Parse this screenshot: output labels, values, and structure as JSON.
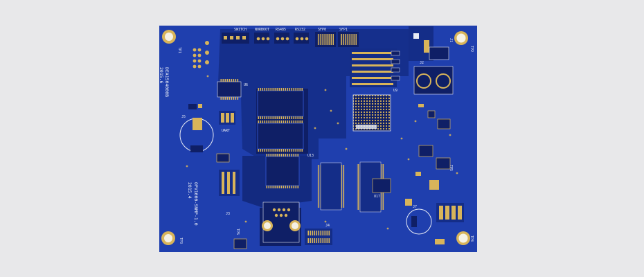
{
  "image": {
    "subject": "blue-pcb-board",
    "colors": {
      "background": "#e8e8ea",
      "board": "#1f3fae",
      "board_dark": "#0f1f66",
      "copper_gold": "#d8b45a",
      "silkscreen": "#e9ecf5"
    }
  },
  "silkscreen": {
    "switch": "SWITCH",
    "norboot": "NORBOOT",
    "rs485": "RS485",
    "rs232": "RS232",
    "sfp0": "SFP0",
    "sfp1": "SFP1",
    "board_code": "DEA1504000B",
    "board_date_top": "2015.6",
    "model": "OPV1000-SNMP-1.0",
    "model_date": "2015.4",
    "uart": "UART",
    "j1": "J1",
    "j5": "J5",
    "j2": "J2",
    "j7": "J7",
    "j3": "J3",
    "j4": "J4",
    "u6": "U6",
    "u13": "U13",
    "u17": "U17",
    "u9": "U9",
    "tp1": "TP1",
    "tp2": "TP2",
    "tp3": "TP3",
    "tp4": "TP4",
    "tp5": "TP5",
    "tp6": "TP6"
  }
}
